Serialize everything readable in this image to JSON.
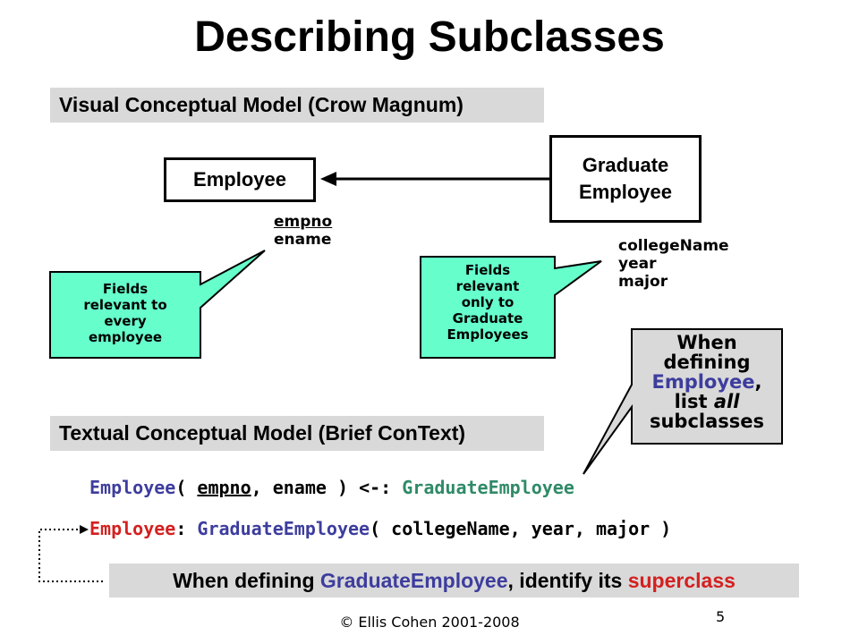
{
  "title": "Describing Subclasses",
  "section_visual": "Visual Conceptual Model (Crow Magnum)",
  "section_textual": "Textual Conceptual Model (Brief ConText)",
  "entity_employee": "Employee",
  "entity_graduate": {
    "line1": "Graduate",
    "line2": "Employee"
  },
  "employee_fields": [
    "empno",
    "ename"
  ],
  "graduate_fields": [
    "collegeName",
    "year",
    "major"
  ],
  "callout_employee": [
    "Fields",
    "relevant to",
    "every",
    "employee"
  ],
  "callout_graduate": [
    "Fields",
    "relevant",
    "only to",
    "Graduate",
    "Employees"
  ],
  "note_box": {
    "line1": "When",
    "line2": "defining",
    "line3_colored": "Employee",
    "line3_rest": ",",
    "line4_a": "list ",
    "line4_em": "all",
    "line5": "subclasses"
  },
  "code_line1": {
    "entity": "Employee",
    "open": "( ",
    "key": "empno",
    "rest": ", ename ) ",
    "arrow": "<-: ",
    "sub": "GraduateEmployee"
  },
  "code_line2": {
    "entity": "Employee",
    "colon": ": ",
    "sub": "GraduateEmployee",
    "rest": "( collegeName, year, major )"
  },
  "bottom_note": {
    "a": "When defining ",
    "b": "GraduateEmployee",
    "c": ", identify its ",
    "d": "superclass"
  },
  "copyright": "© Ellis Cohen 2001-2008",
  "page_number": "5",
  "colors": {
    "callout_fill": "#66ffcc",
    "section_bg": "#d9d9d9",
    "purple": "#3d3d9e",
    "green": "#2f8a68",
    "red": "#d42020"
  }
}
